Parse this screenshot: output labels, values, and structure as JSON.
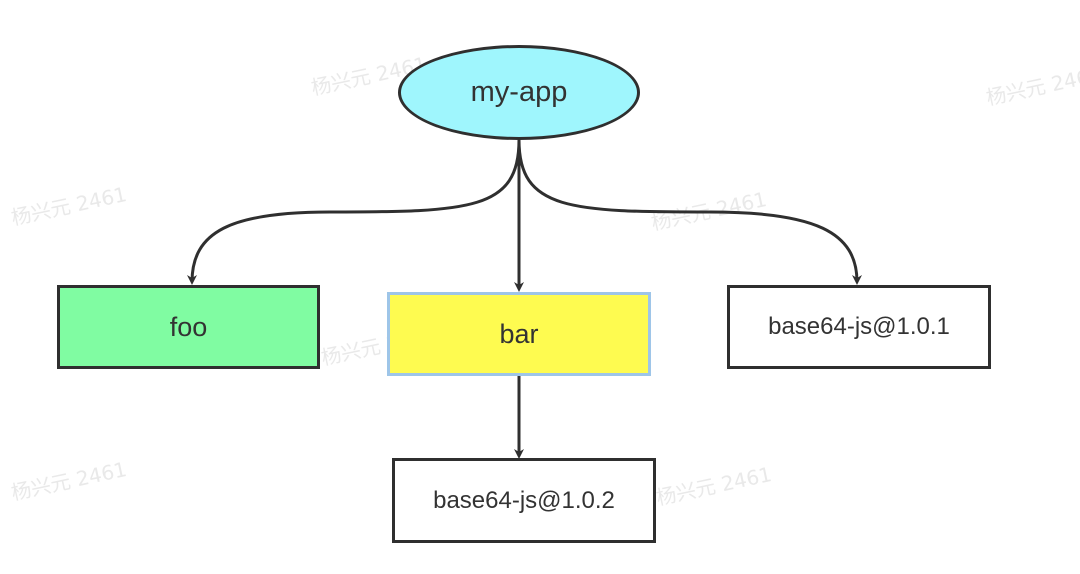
{
  "diagram": {
    "nodes": {
      "my_app": "my-app",
      "foo": "foo",
      "bar": "bar",
      "base64_js_101": "base64-js@1.0.1",
      "base64_js_102": "base64-js@1.0.2"
    },
    "colors": {
      "root_fill": "#9ff6fd",
      "foo_fill": "#80fca2",
      "bar_fill": "#fefb50",
      "bar_border": "#9ec5e8",
      "plain_fill": "#ffffff",
      "stroke": "#2f2f2f"
    },
    "edges": [
      {
        "from": "my-app",
        "to": "foo"
      },
      {
        "from": "my-app",
        "to": "bar"
      },
      {
        "from": "my-app",
        "to": "base64-js@1.0.1"
      },
      {
        "from": "bar",
        "to": "base64-js@1.0.2"
      }
    ],
    "watermark": "杨兴元 2461"
  }
}
